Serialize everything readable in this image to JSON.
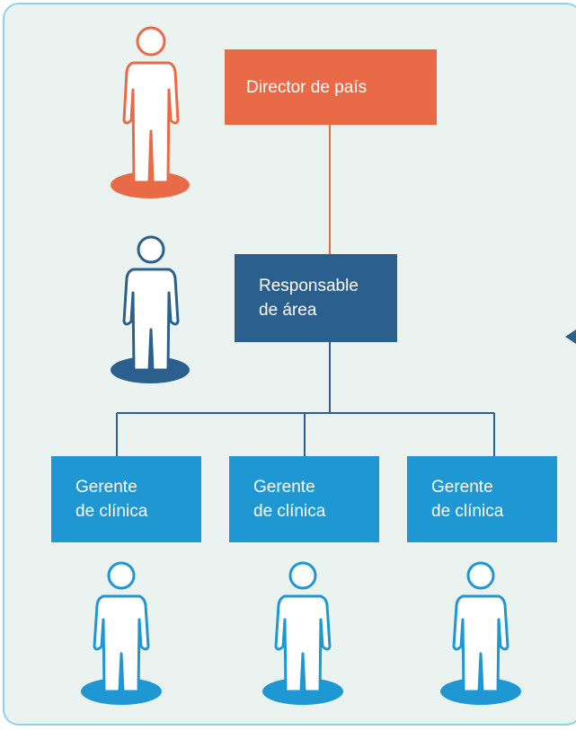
{
  "colors": {
    "director": "#e96a47",
    "responsable": "#2a5f8e",
    "gerente": "#1e97d3",
    "panel_bg": "#eaf3ef",
    "panel_border": "#8fd1ea"
  },
  "director": {
    "label": "Director de país",
    "icon": "person-icon"
  },
  "responsable": {
    "line1": "Responsable",
    "line2": "de área",
    "icon": "person-icon"
  },
  "gerentes": [
    {
      "line1": "Gerente",
      "line2": "de clínica",
      "icon": "person-icon"
    },
    {
      "line1": "Gerente",
      "line2": "de clínica",
      "icon": "person-icon"
    },
    {
      "line1": "Gerente",
      "line2": "de clínica",
      "icon": "person-icon"
    }
  ]
}
